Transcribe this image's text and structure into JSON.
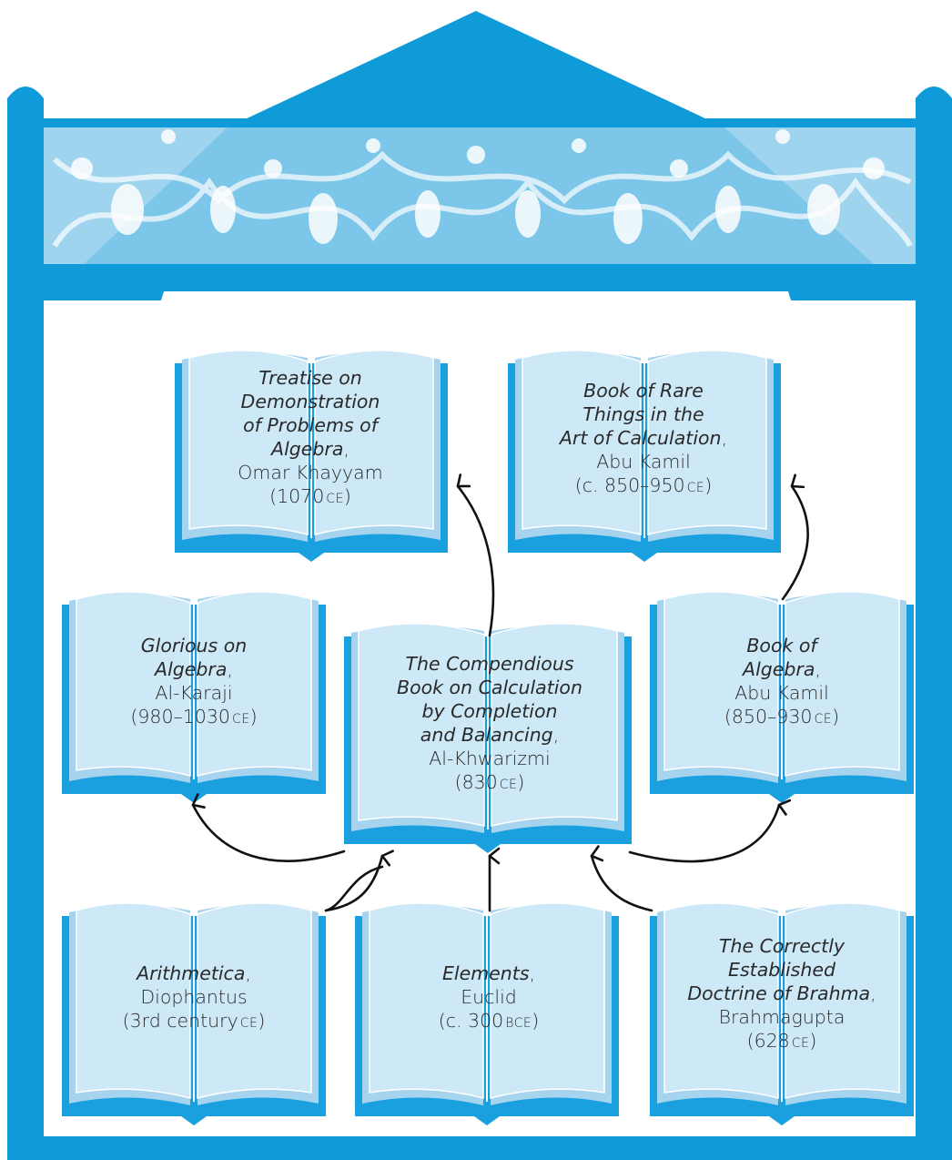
{
  "colors": {
    "frame": "#0f9ad9",
    "frame_light": "#9fd4ef",
    "book_cover": "#1aa0df",
    "page": "#cde8f7",
    "page_edge": "#a6d3ee",
    "arrow": "#111111"
  },
  "books": {
    "khayyam": {
      "title_lines": [
        "Treatise on",
        "Demonstration",
        "of Problems of",
        "Algebra"
      ],
      "author": "Omar Khayyam",
      "date": "1070",
      "era": "CE"
    },
    "rare_things": {
      "title_lines": [
        "Book of Rare",
        "Things in the",
        "Art of Calculation"
      ],
      "author": "Abu Kamil",
      "date": "c. 850–950",
      "era": "CE"
    },
    "karaji": {
      "title_lines": [
        "Glorious on",
        "Algebra"
      ],
      "author": "Al-Karaji",
      "date": "980–1030",
      "era": "CE"
    },
    "khwarizmi": {
      "title_lines": [
        "The Compendious",
        "Book on Calculation",
        "by Completion",
        "and Balancing"
      ],
      "author": "Al-Khwarizmi",
      "date": "830",
      "era": "CE"
    },
    "abu_kamil_algebra": {
      "title_lines": [
        "Book of",
        "Algebra"
      ],
      "author": "Abu Kamil",
      "date": "850–930",
      "era": "CE"
    },
    "arithmetica": {
      "title_lines": [
        "Arithmetica"
      ],
      "author": "Diophantus",
      "date": "3rd century",
      "era": "CE"
    },
    "elements": {
      "title_lines": [
        "Elements"
      ],
      "author": "Euclid",
      "date": "c. 300",
      "era": "BCE"
    },
    "brahma": {
      "title_lines": [
        "The Correctly",
        "Established",
        "Doctrine of Brahma"
      ],
      "author": "Brahmagupta",
      "date": "628",
      "era": "CE"
    }
  }
}
